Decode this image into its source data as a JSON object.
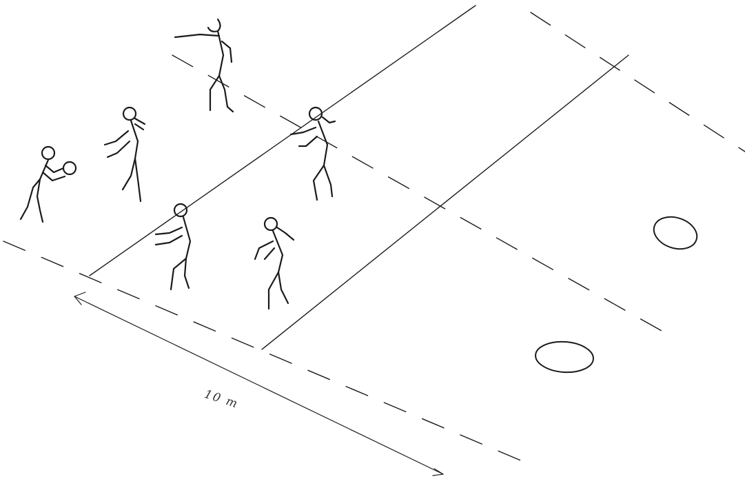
{
  "diagram": {
    "distance_label": "10 m",
    "players_count_shown": 6,
    "targets_count_shown": 2,
    "ink_color": "#1a1a1a"
  }
}
